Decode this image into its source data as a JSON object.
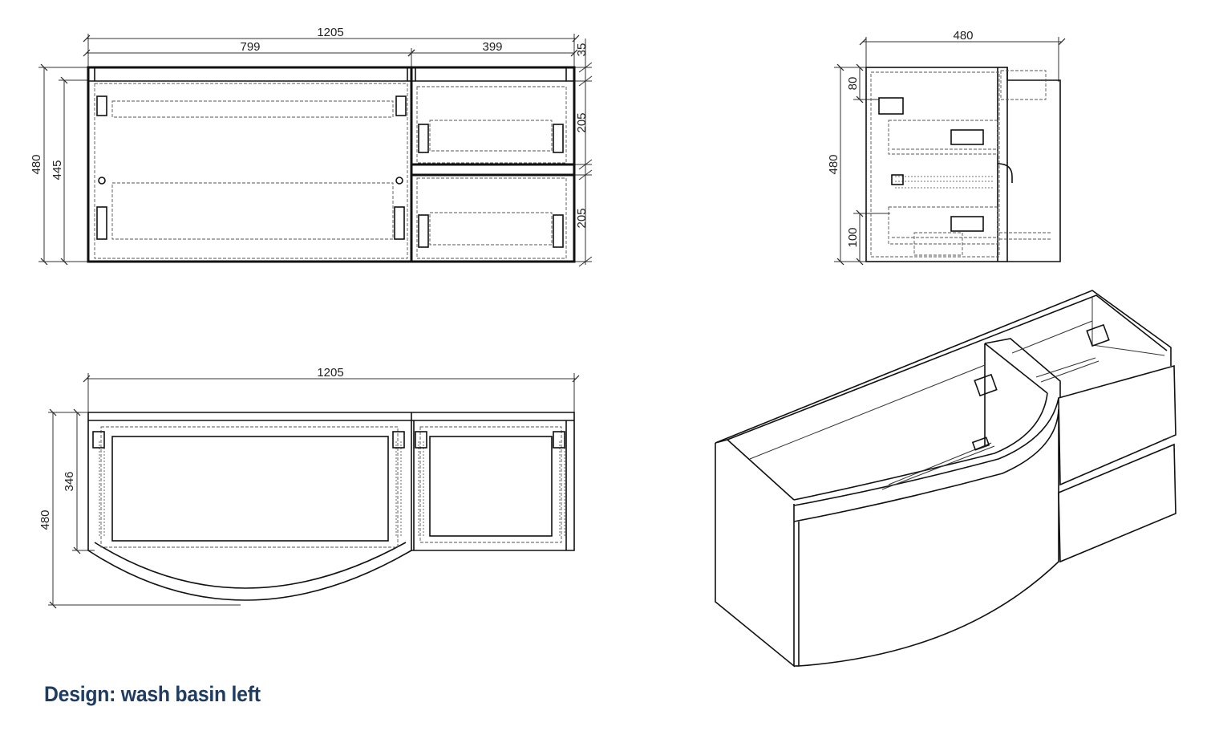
{
  "front_view": {
    "width_total": "1205",
    "width_left": "799",
    "width_right": "399",
    "top_thickness": "35",
    "height_total": "480",
    "height_inner": "445",
    "drawer_top": "205",
    "drawer_bottom": "205"
  },
  "side_view": {
    "depth": "480",
    "height": "480",
    "top_offset": "80",
    "bottom_offset": "100"
  },
  "top_view": {
    "width_total": "1205",
    "depth_straight": "346",
    "depth_total": "480"
  },
  "caption": "Design: wash basin left",
  "colors": {
    "caption": "#1f3c63",
    "line": "#111111"
  }
}
